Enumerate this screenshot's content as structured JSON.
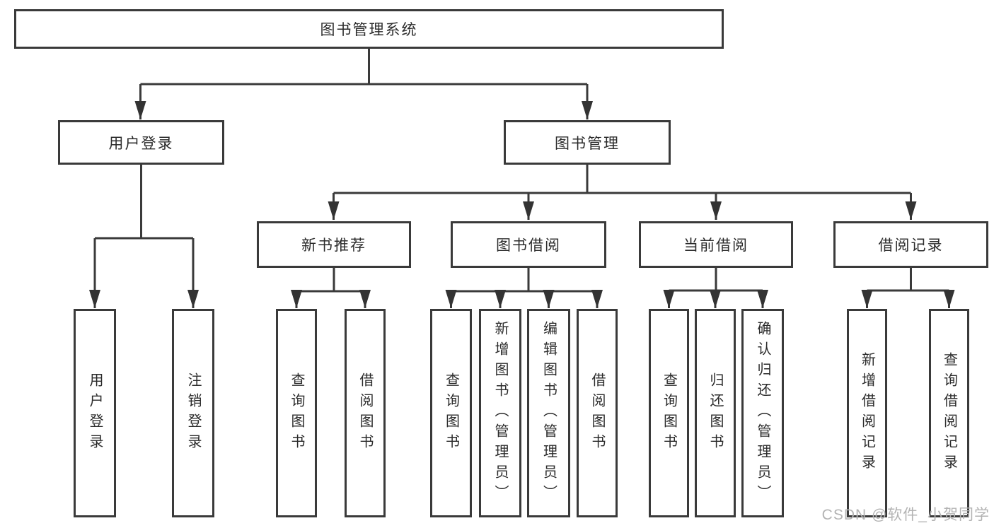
{
  "diagram": {
    "root": {
      "label": "图书管理系统"
    },
    "level2": [
      {
        "label": "用户登录"
      },
      {
        "label": "图书管理"
      }
    ],
    "level3": [
      {
        "label": "新书推荐"
      },
      {
        "label": "图书借阅"
      },
      {
        "label": "当前借阅"
      },
      {
        "label": "借阅记录"
      }
    ],
    "leaves": {
      "user_login": [
        "用户登录",
        "注销登录"
      ],
      "new_book": [
        "查询图书",
        "借阅图书"
      ],
      "book_borrow": [
        "查询图书",
        "新增图书（管理员）",
        "编辑图书（管理员）",
        "借阅图书"
      ],
      "current_borrow": [
        "查询图书",
        "归还图书",
        "确认归还（管理员）"
      ],
      "borrow_records": [
        "新增借阅记录",
        "查询借阅记录"
      ]
    }
  },
  "watermark": {
    "text": "CSDN @软件_小贺同学"
  },
  "colors": {
    "line": "#3a3a3a",
    "arrow": "#333333",
    "text": "#2b2b2b",
    "watermark": "#b3b3b3",
    "background": "#ffffff"
  }
}
